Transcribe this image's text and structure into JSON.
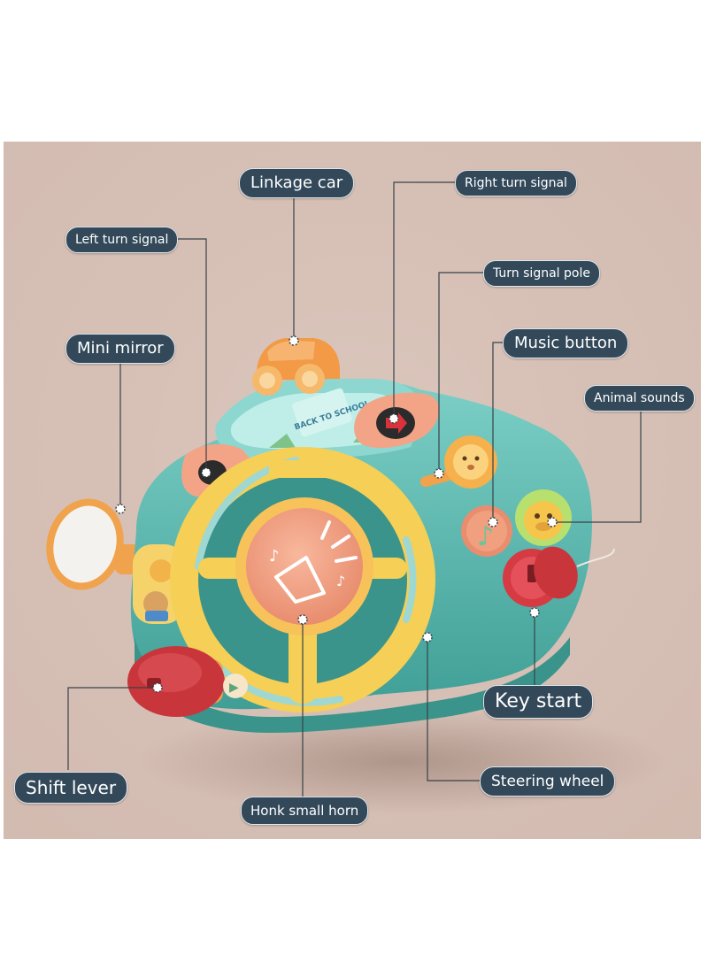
{
  "background_color": "#d8c2b8",
  "toy_colors": {
    "base": "#56b7ad",
    "wheel": "#f5cf56",
    "horn": "#f3a487",
    "shift_lever": "#c8363c",
    "key": "#d63a43",
    "car": "#f29a46"
  },
  "badge_text": "BACK TO SCHOOL",
  "callouts": [
    {
      "id": "linkage-car",
      "text": "Linkage car"
    },
    {
      "id": "right-turn-signal",
      "text": "Right turn signal"
    },
    {
      "id": "left-turn-signal",
      "text": "Left turn signal"
    },
    {
      "id": "turn-signal-pole",
      "text": "Turn signal pole"
    },
    {
      "id": "mini-mirror",
      "text": "Mini mirror"
    },
    {
      "id": "music-button",
      "text": "Music button"
    },
    {
      "id": "animal-sounds",
      "text": "Animal sounds"
    },
    {
      "id": "key-start",
      "text": "Key start"
    },
    {
      "id": "shift-lever",
      "text": "Shift lever"
    },
    {
      "id": "steering-wheel",
      "text": "Steering wheel"
    },
    {
      "id": "honk-small-horn",
      "text": "Honk small horn"
    }
  ]
}
